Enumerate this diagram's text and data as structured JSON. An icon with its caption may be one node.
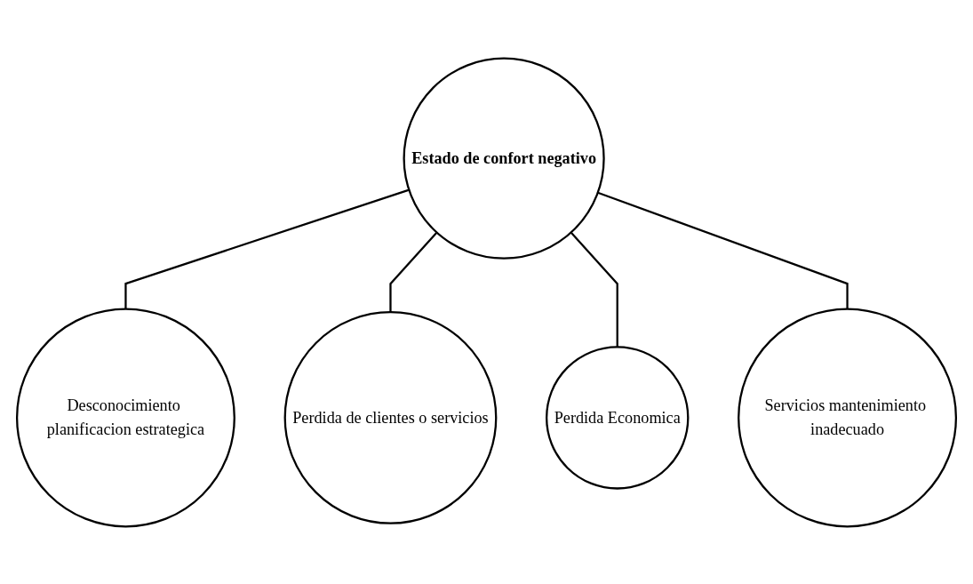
{
  "diagram": {
    "nodes": [
      {
        "text": [
          "Estado de confort negativo"
        ]
      },
      {
        "text": [
          "Desconocimiento planificacion estrategica"
        ]
      },
      {
        "text": [
          "Perdida de clientes o servicios"
        ]
      },
      {
        "text": [
          "Perdida Economica"
        ]
      },
      {
        "text": [
          "Servicios mantenimiento inadecuado"
        ]
      }
    ],
    "edges": [
      {
        "from": 0,
        "to": 1,
        "arrow": "none"
      },
      {
        "from": 0,
        "to": 2,
        "arrow": "none"
      },
      {
        "from": 0,
        "to": 3,
        "arrow": "none"
      },
      {
        "from": 0,
        "to": 4,
        "arrow": "none"
      }
    ]
  }
}
